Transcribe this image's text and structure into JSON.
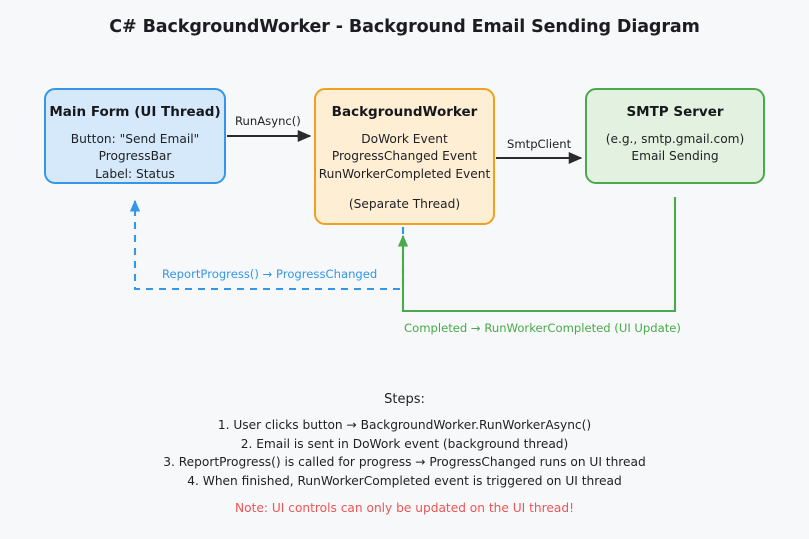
{
  "page": {
    "title": "C# BackgroundWorker - Background Email Sending Diagram",
    "background_color": "#f7f8fa"
  },
  "nodes": {
    "main_form": {
      "title": "Main Form (UI Thread)",
      "lines": [
        "Button: \"Send Email\"",
        "ProgressBar",
        "Label: Status"
      ],
      "fill_color": "#d6e9fb",
      "border_color": "#3596e8"
    },
    "background_worker": {
      "title": "BackgroundWorker",
      "lines": [
        "DoWork Event",
        "ProgressChanged Event",
        "RunWorkerCompleted Event"
      ],
      "separate": "(Separate Thread)",
      "fill_color": "#fdeed4",
      "border_color": "#f0a01e"
    },
    "smtp_server": {
      "title": "SMTP Server",
      "lines": [
        "(e.g., smtp.gmail.com)",
        "Email Sending"
      ],
      "fill_color": "#e3f2e0",
      "border_color": "#4aa94a"
    }
  },
  "edges": {
    "run_async": {
      "label": "RunAsync()",
      "color": "#2b2b2b",
      "style": "solid"
    },
    "smtp_client": {
      "label": "SmtpClient",
      "color": "#2b2b2b",
      "style": "solid"
    },
    "report_progress": {
      "label": "ReportProgress() → ProgressChanged",
      "color": "#3596e8",
      "style": "dashed"
    },
    "completed": {
      "label": "Completed → RunWorkerCompleted (UI Update)",
      "color": "#4aa94a",
      "style": "solid"
    }
  },
  "steps": {
    "heading": "Steps:",
    "items": [
      "1. User clicks button → BackgroundWorker.RunWorkerAsync()",
      "2. Email is sent in DoWork event (background thread)",
      "3. ReportProgress() is called for progress → ProgressChanged runs on UI thread",
      "4. When finished, RunWorkerCompleted event is triggered on UI thread"
    ],
    "note": "Note: UI controls can only be updated on the UI thread!",
    "note_color": "#ee5555"
  }
}
